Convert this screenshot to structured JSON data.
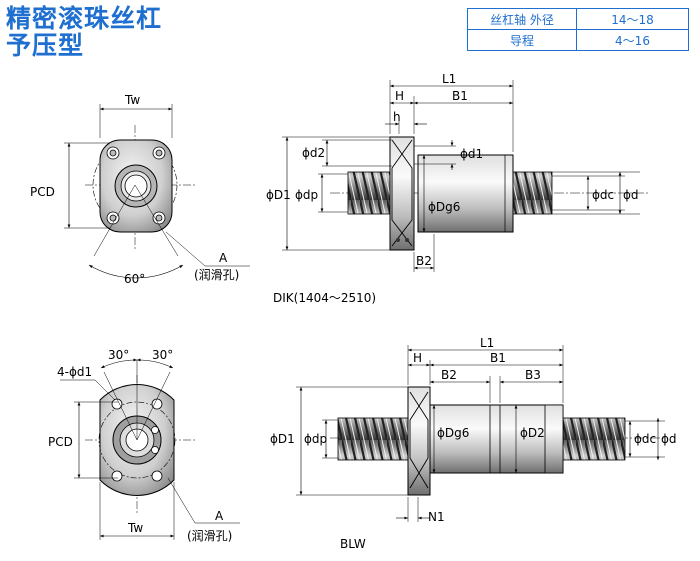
{
  "title": {
    "line1": "精密滚珠丝杠",
    "line2": "予压型"
  },
  "spec_table": [
    {
      "label": "丝杠轴 外径",
      "value": "14～18"
    },
    {
      "label": "导程",
      "value": "4～16"
    }
  ],
  "upper": {
    "front": {
      "tw": "Tw",
      "pcd": "PCD",
      "angle": "60°",
      "a": "A",
      "lube": "(润滑孔)"
    },
    "side": {
      "l1": "L1",
      "h": "H",
      "b1": "B1",
      "h_small": "h",
      "d2": "ϕd2",
      "d1": "ϕd1",
      "D1": "ϕD1",
      "dp": "ϕdp",
      "dg6": "ϕDg6",
      "dc": "ϕdc",
      "d": "ϕd",
      "b2": "B2"
    },
    "caption": "DIK(1404～2510)"
  },
  "lower": {
    "front": {
      "angle_left": "30°",
      "angle_right": "30°",
      "holes": "4-ϕd1",
      "pcd": "PCD",
      "tw": "Tw",
      "a": "A",
      "lube": "(润滑孔)"
    },
    "side": {
      "l1": "L1",
      "h": "H",
      "b1": "B1",
      "b2": "B2",
      "b3": "B3",
      "D1": "ϕD1",
      "dp": "ϕdp",
      "dg6": "ϕDg6",
      "D2": "ϕD2",
      "dc": "ϕdc",
      "d": "ϕd",
      "n1": "N1"
    },
    "caption": "BLW"
  }
}
